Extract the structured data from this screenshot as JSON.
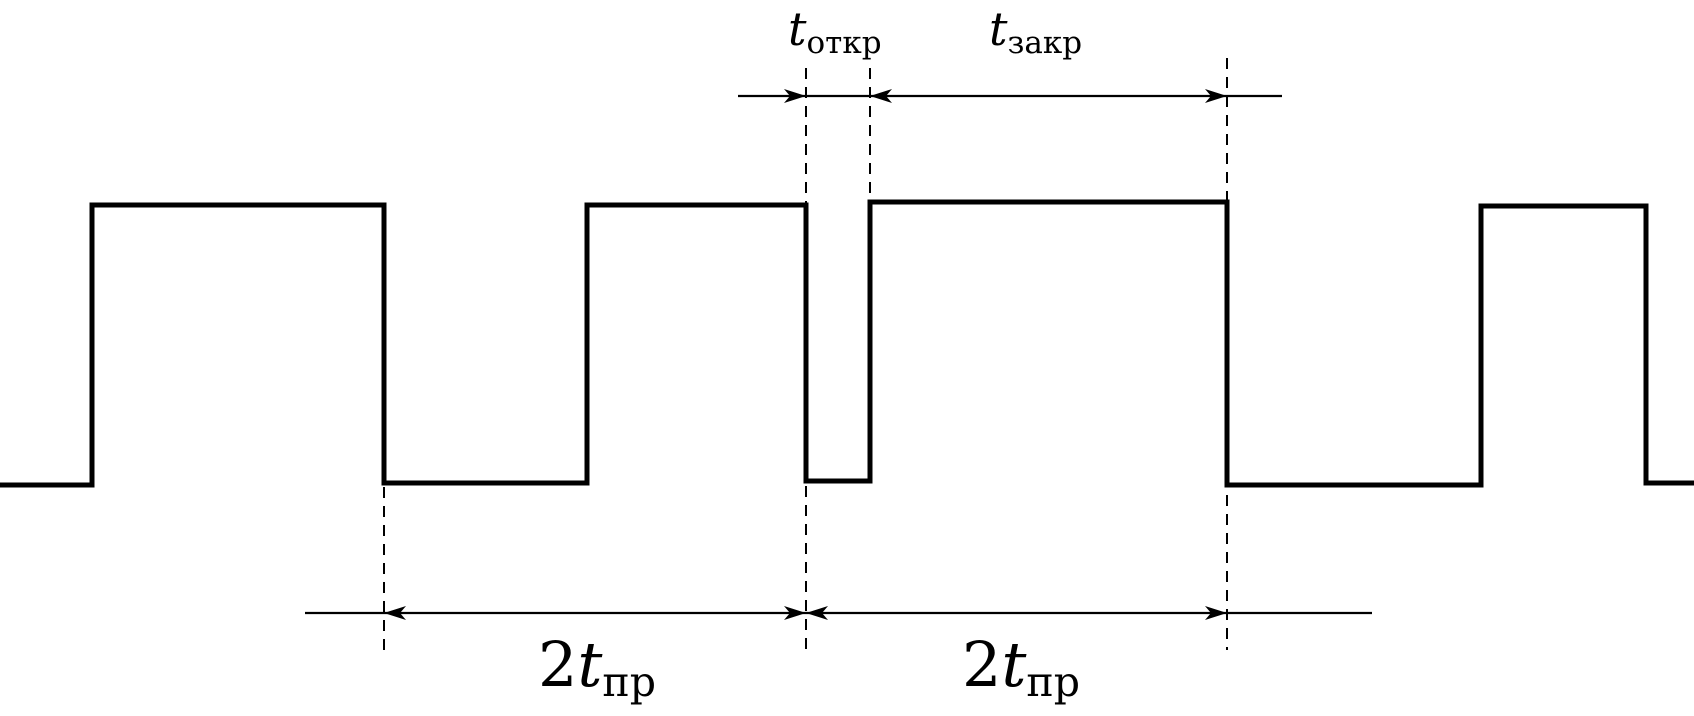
{
  "labels": {
    "t_open": {
      "symbol": "t",
      "subscript": "откр"
    },
    "t_close": {
      "symbol": "t",
      "subscript": "закр"
    },
    "period_left": {
      "coefficient": "2",
      "symbol": "t",
      "subscript": "пр"
    },
    "period_right": {
      "coefficient": "2",
      "symbol": "t",
      "subscript": "пр"
    }
  },
  "colors": {
    "stroke": "#000000",
    "background": "#ffffff"
  }
}
